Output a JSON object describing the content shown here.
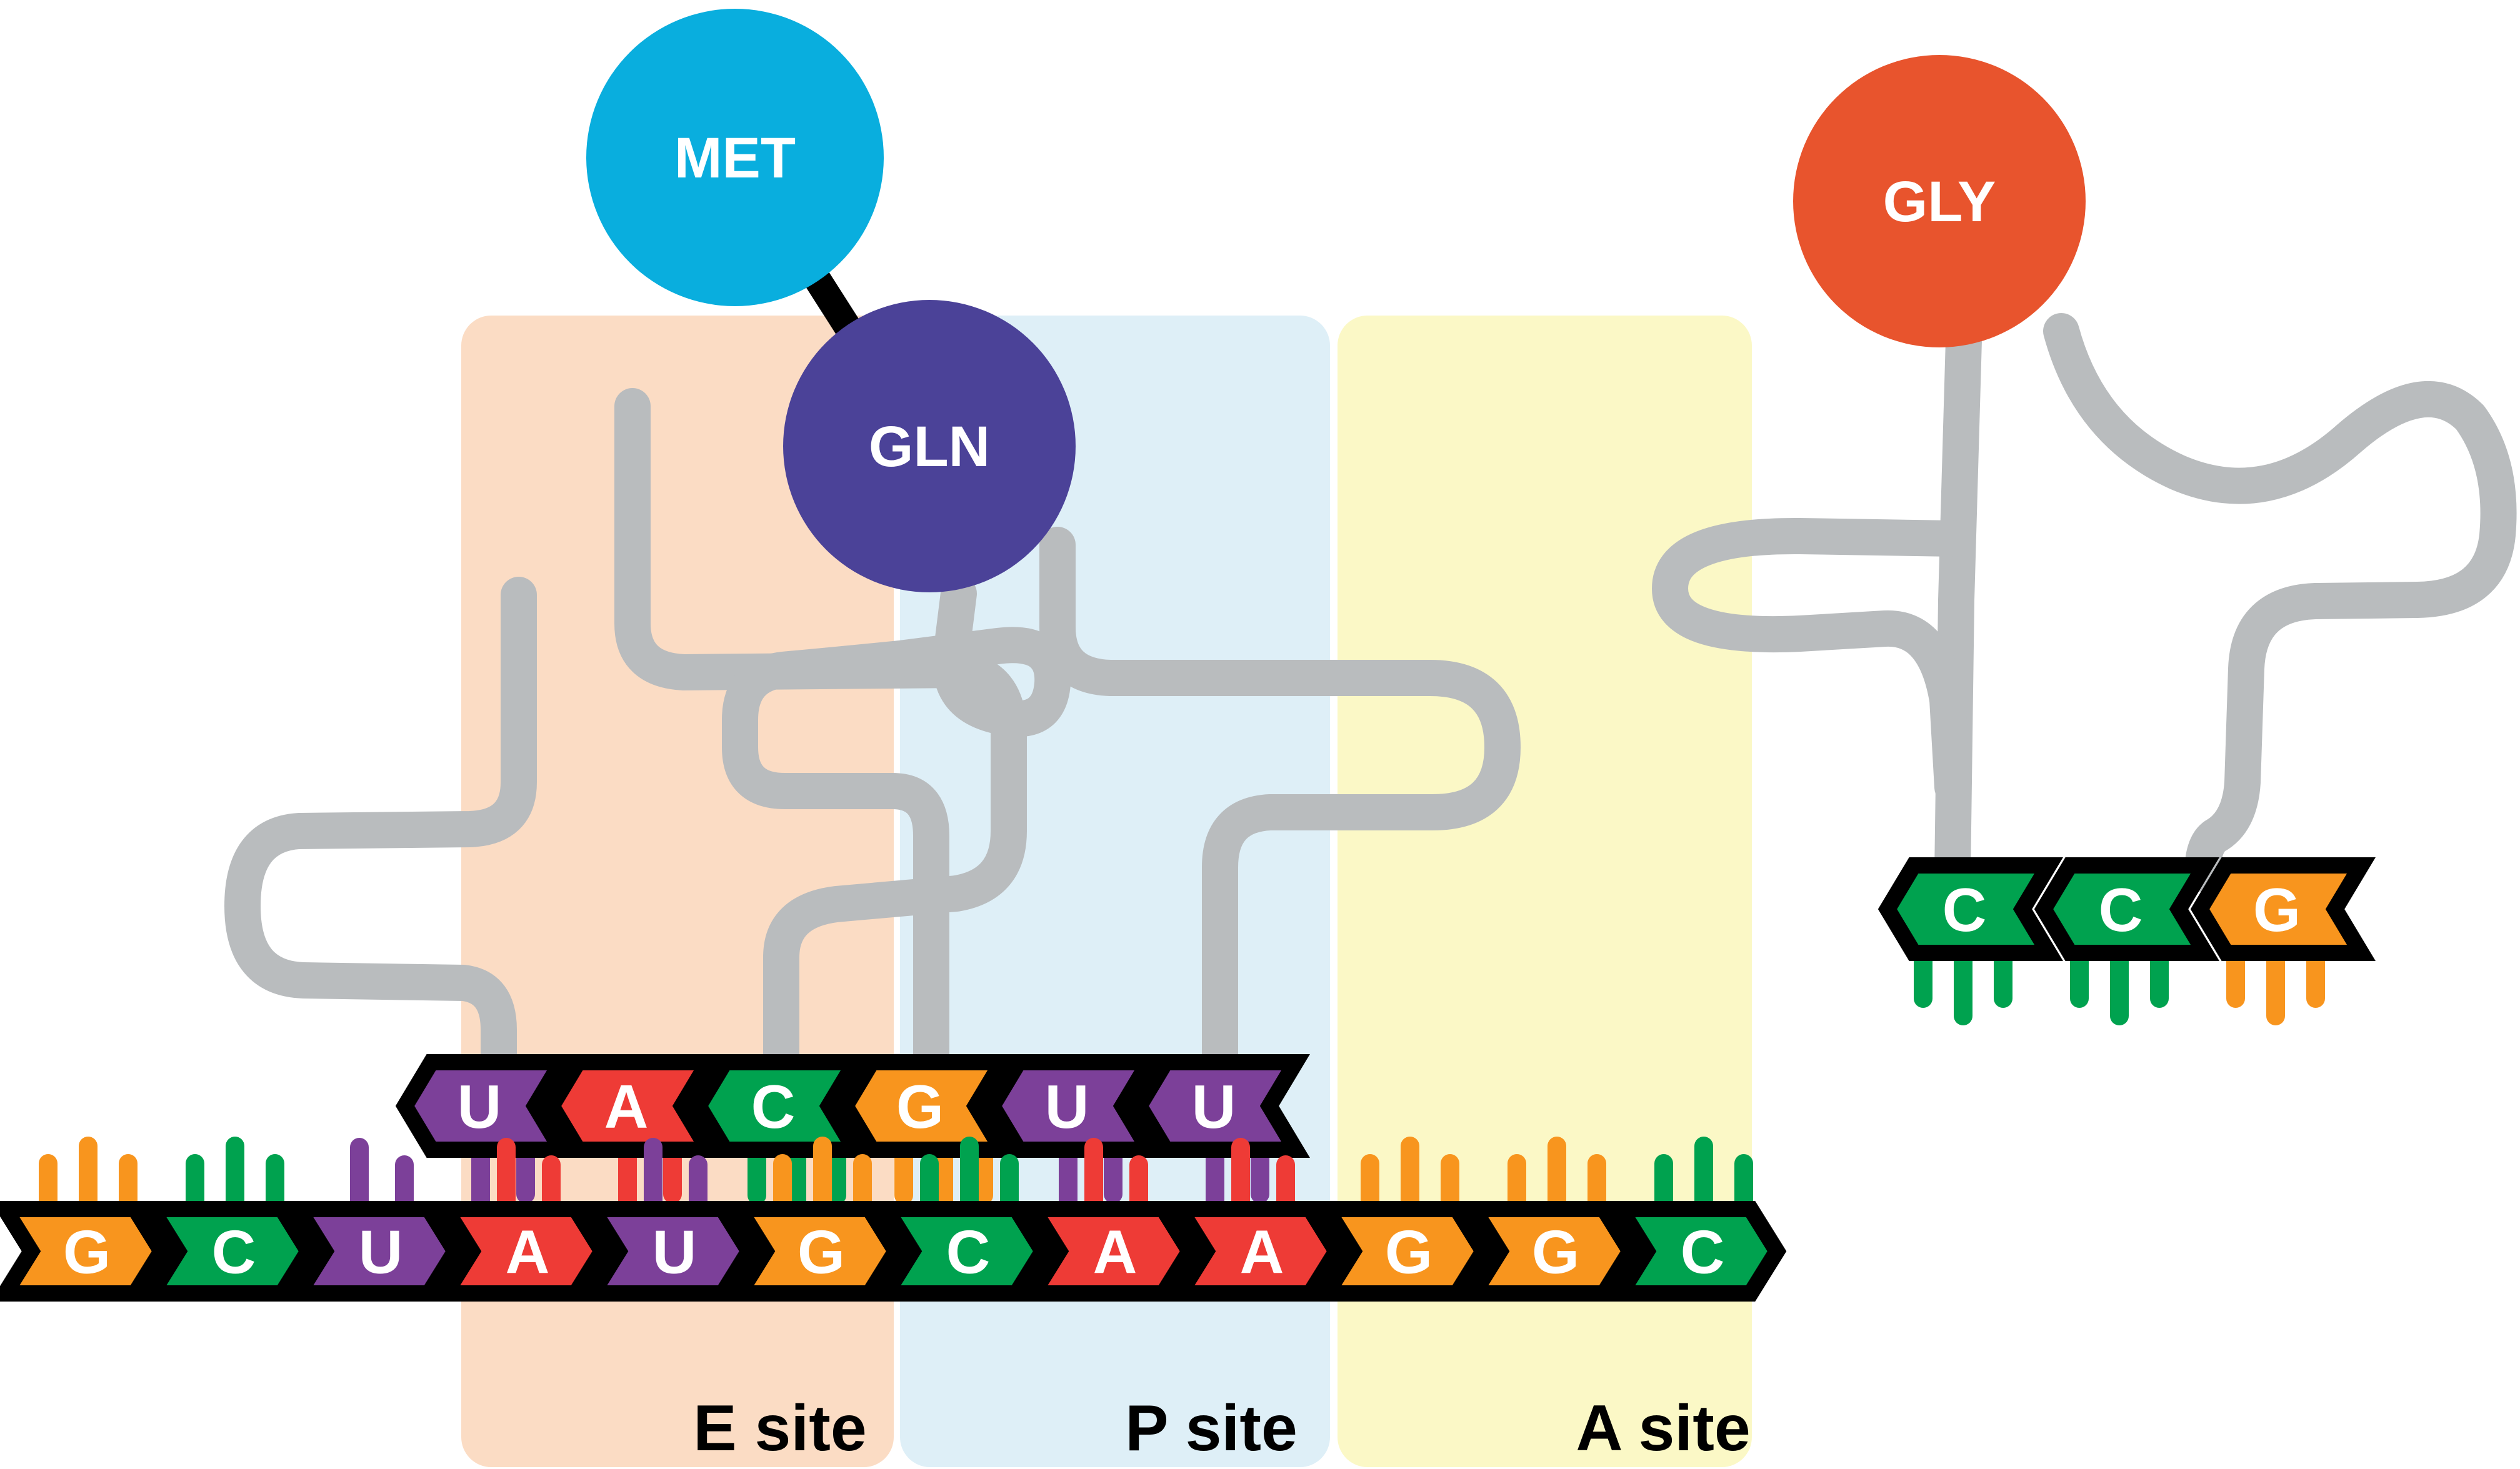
{
  "sites": [
    {
      "label": "E site",
      "panel_color": "#FBDCC4"
    },
    {
      "label": "P site",
      "panel_color": "#DEEFF7"
    },
    {
      "label": "A site",
      "panel_color": "#FBF8C6"
    }
  ],
  "amino_acids": [
    {
      "name": "MET",
      "color": "#09AEDE"
    },
    {
      "name": "GLN",
      "color": "#4B4298"
    },
    {
      "name": "GLY",
      "color": "#E8542D"
    }
  ],
  "mrna_sequence": [
    "G",
    "C",
    "U",
    "A",
    "U",
    "G",
    "C",
    "A",
    "A",
    "G",
    "G",
    "C"
  ],
  "ribosome_anticodon_row": [
    "U",
    "A",
    "C",
    "G",
    "U",
    "U"
  ],
  "incoming_trna_anticodon": [
    "C",
    "C",
    "G"
  ],
  "nucleotide_colors": {
    "A": "#EE3B36",
    "U": "#7C4099",
    "G": "#F8951E",
    "C": "#00A24F"
  },
  "hydrogen_bonds": {
    "A": 2,
    "U": 2,
    "G": 3,
    "C": 3
  },
  "colors": {
    "trna_backbone": "#B9BCBE",
    "strand_outline": "#000000",
    "nucleotide_letter": "#FFFFFF",
    "site_label_text": "#000000",
    "peptide_bond": "#000000",
    "background": "#FFFFFF"
  }
}
